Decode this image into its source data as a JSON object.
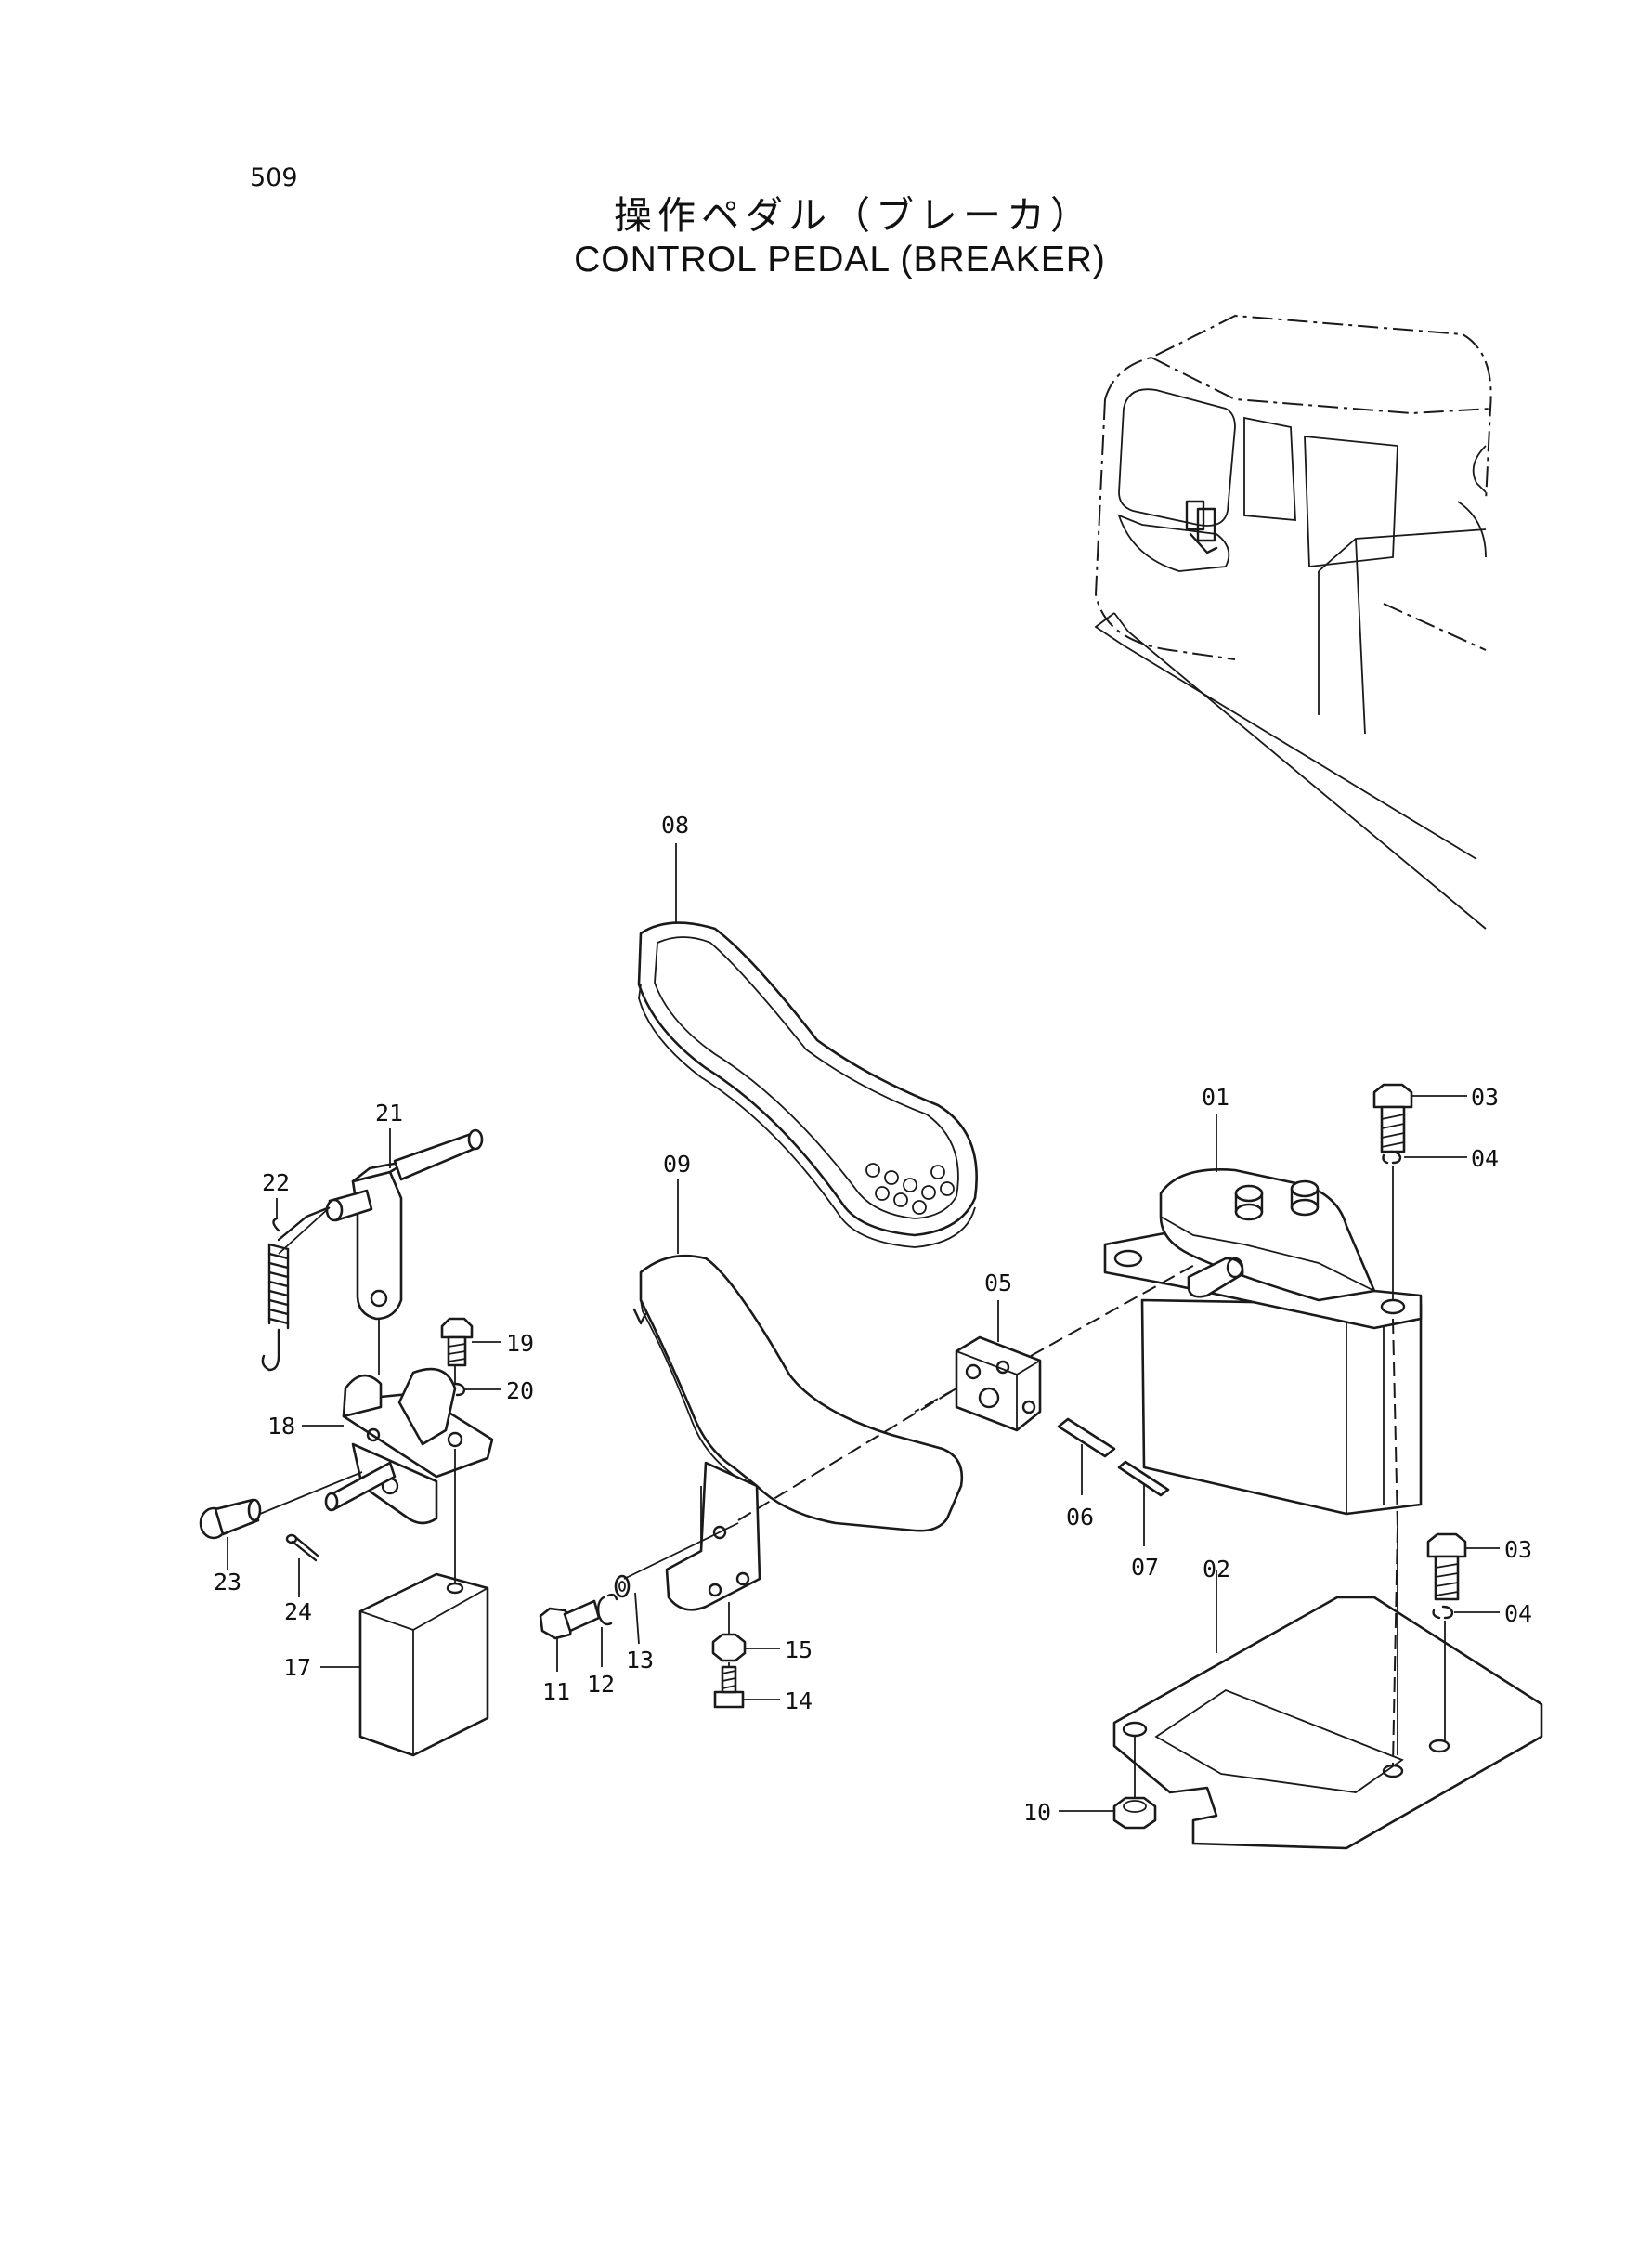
{
  "page_number": "509",
  "title_jp": "操作ペダル（ブレーカ）",
  "title_en": "CONTROL PEDAL (BREAKER)",
  "callouts": {
    "p01": "01",
    "p02": "02",
    "p03a": "03",
    "p03b": "03",
    "p04a": "04",
    "p04b": "04",
    "p05": "05",
    "p06": "06",
    "p07": "07",
    "p08": "08",
    "p09": "09",
    "p10": "10",
    "p11": "11",
    "p12": "12",
    "p13": "13",
    "p14": "14",
    "p15": "15",
    "p17": "17",
    "p18": "18",
    "p19": "19",
    "p20": "20",
    "p21": "21",
    "p22": "22",
    "p23": "23",
    "p24": "24"
  }
}
